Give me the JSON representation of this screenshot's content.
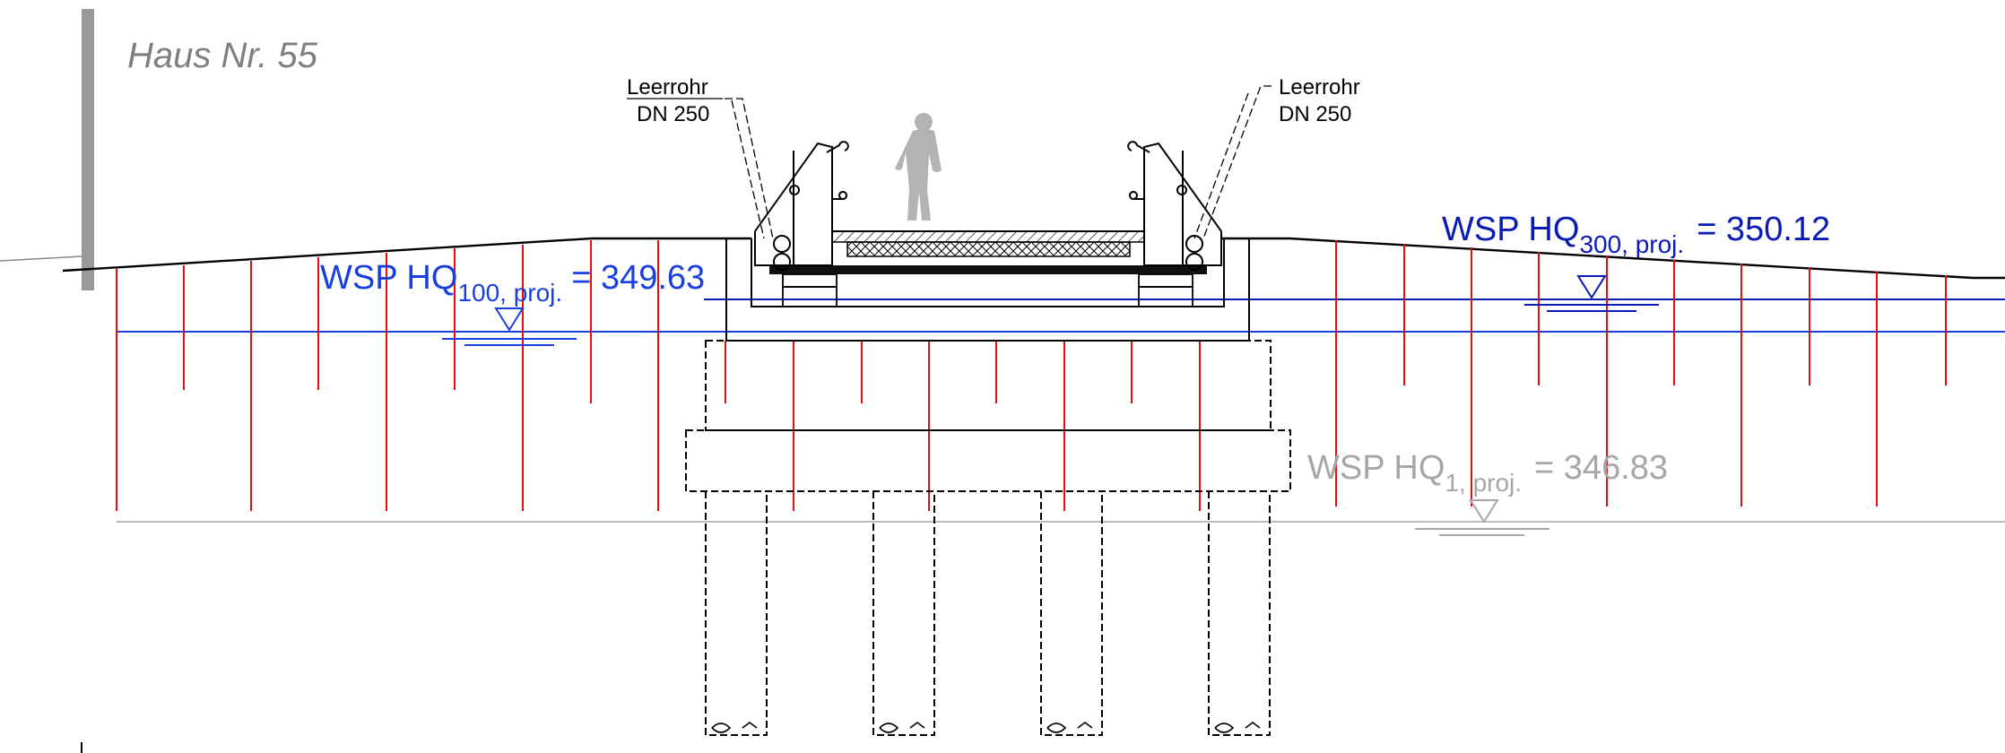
{
  "house_label": "Haus Nr. 55",
  "conduit_left": {
    "line1": "Leerrohr",
    "line2": "DN 250"
  },
  "conduit_right": {
    "line1": "Leerrohr",
    "line2": "DN 250"
  },
  "water_levels": {
    "hq100": {
      "prefix": "WSP HQ",
      "sub": "100, proj.",
      "value": "= 349.63",
      "color": "#1a3fe0"
    },
    "hq300": {
      "prefix": "WSP HQ",
      "sub": "300, proj.",
      "value": "= 350.12",
      "color": "#0a1ab4"
    },
    "hq1": {
      "prefix": "WSP HQ",
      "sub": "1, proj.",
      "value": "= 346.83",
      "color": "#a6a6a6"
    }
  },
  "colors": {
    "piles_red": "#e01010",
    "structure": "#000000",
    "house_wall": "#999999"
  }
}
